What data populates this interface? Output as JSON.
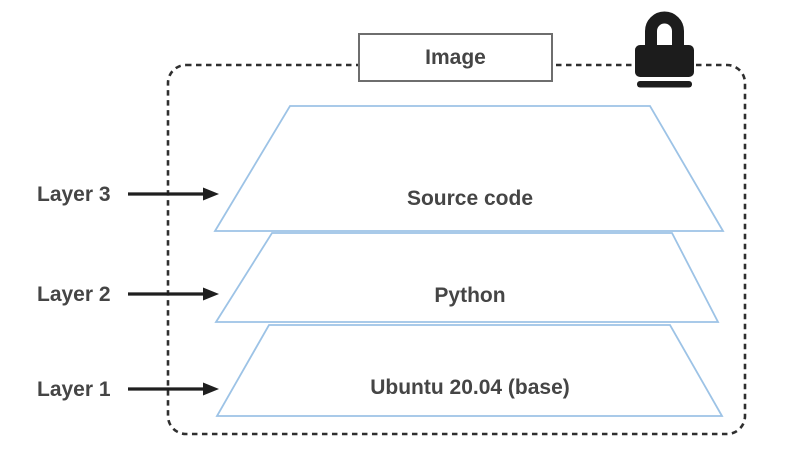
{
  "diagram": {
    "title_box": {
      "label": "Image"
    },
    "layers": [
      {
        "name": "Layer 3",
        "content": "Source code"
      },
      {
        "name": "Layer 2",
        "content": "Python"
      },
      {
        "name": "Layer 1",
        "content": "Ubuntu 20.04 (base)"
      }
    ],
    "icons": {
      "lock": "padlock-icon"
    },
    "colors": {
      "trapezoid_stroke": "#9dc3e6",
      "dashed_border": "#2f2f2f",
      "arrow": "#1f1f1f",
      "lock": "#1c1c1c",
      "box_border": "#6e6e6e",
      "text": "#454545"
    }
  }
}
